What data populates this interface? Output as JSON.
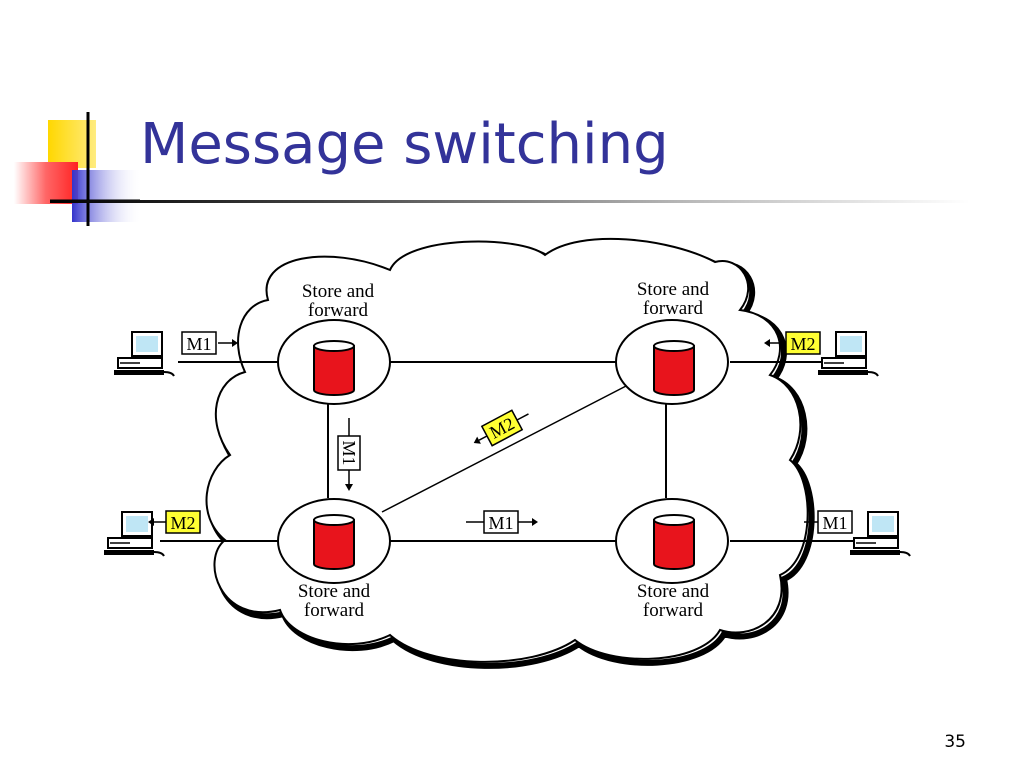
{
  "slide": {
    "title": "Message switching",
    "page_number": "35"
  },
  "diagram": {
    "node_label_line1": "Store and",
    "node_label_line2": "forward",
    "messages": {
      "m1": "M1",
      "m2": "M2"
    },
    "colors": {
      "title": "#333399",
      "storage": "#e8141c",
      "message_m2_fill": "#ffff33",
      "message_m1_fill": "#ffffff",
      "deco_yellow": "#ffd700",
      "deco_blue": "#3333cc",
      "deco_red": "#ff3333"
    }
  }
}
